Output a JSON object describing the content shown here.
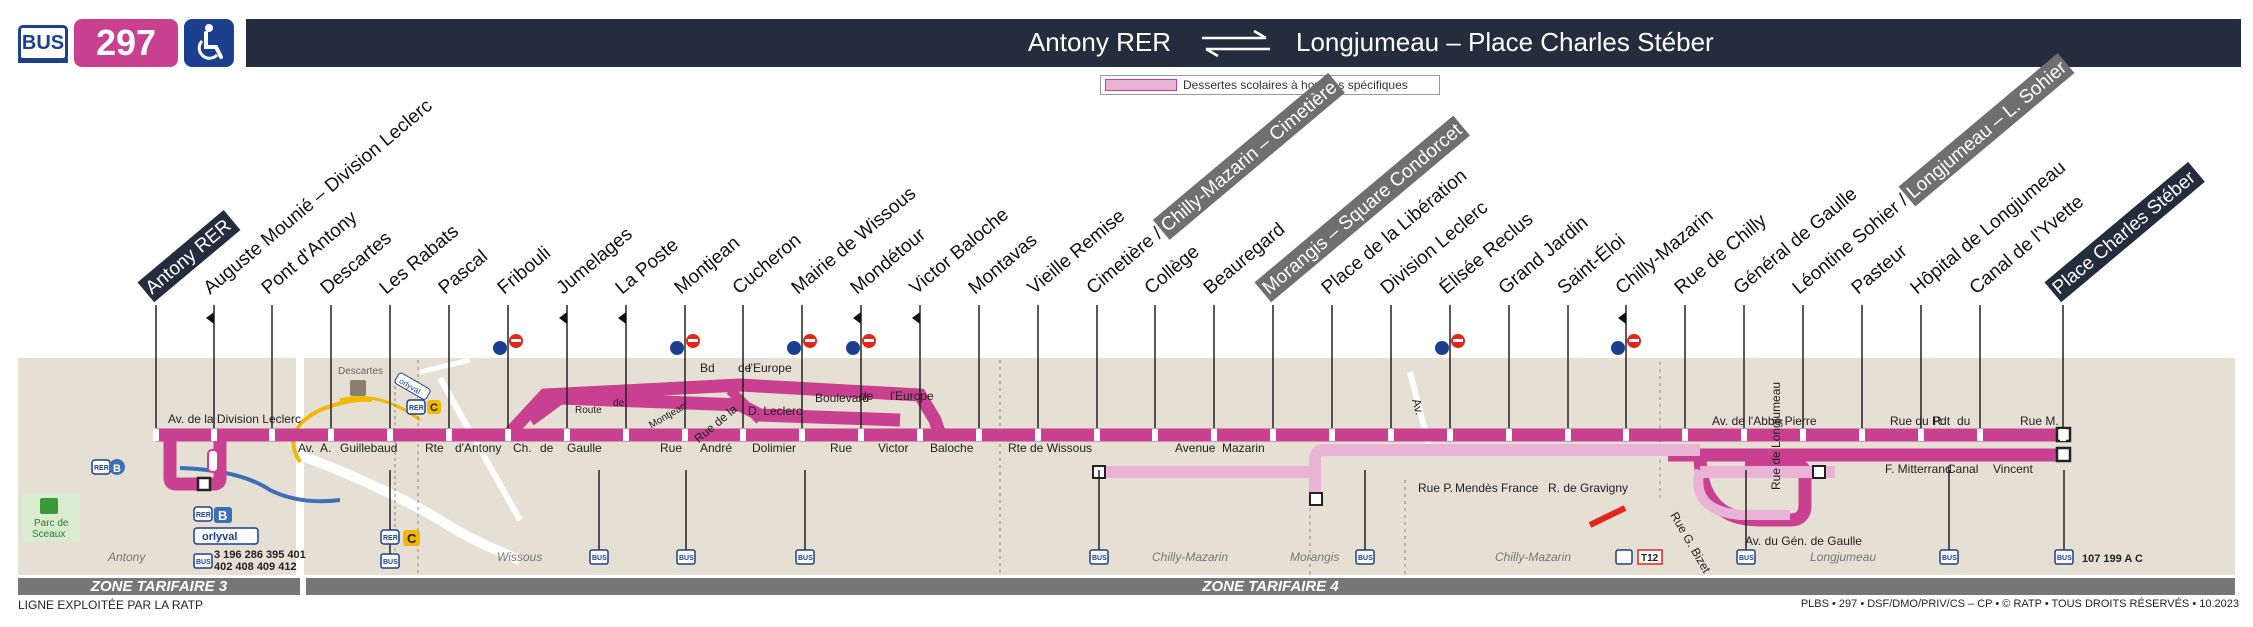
{
  "header": {
    "mode_label": "BUS",
    "line_number": "297",
    "accessible_icon": "wheelchair-icon",
    "from": "Antony RER",
    "to": "Longjumeau – Place Charles Stéber",
    "direction_icon": "two-way-arrows-icon"
  },
  "legend": {
    "label": "Dessertes scolaires à horaires spécifiques"
  },
  "stops": [
    {
      "name": "Antony RER",
      "terminus": true
    },
    {
      "name": "Auguste Mounié – Division Leclerc",
      "terminus": false
    },
    {
      "name": "Pont d'Antony",
      "terminus": false
    },
    {
      "name": "Descartes",
      "terminus": false
    },
    {
      "name": "Les Rabats",
      "terminus": false
    },
    {
      "name": "Pascal",
      "terminus": false
    },
    {
      "name": "Fribouli",
      "terminus": false
    },
    {
      "name": "Jumelages",
      "terminus": false
    },
    {
      "name": "La Poste",
      "terminus": false
    },
    {
      "name": "Montjean",
      "terminus": false
    },
    {
      "name": "Cucheron",
      "terminus": false
    },
    {
      "name": "Mairie de Wissous",
      "terminus": false
    },
    {
      "name": "Mondétour",
      "terminus": false
    },
    {
      "name": "Victor Baloche",
      "terminus": false
    },
    {
      "name": "Montavas",
      "terminus": false
    },
    {
      "name": "Vieille Remise",
      "terminus": false
    },
    {
      "name": "Cimetière / ",
      "terminus": false,
      "box": "Chilly-Mazarin – Cimetière"
    },
    {
      "name": "Collège",
      "terminus": false
    },
    {
      "name": "Beauregard",
      "terminus": false
    },
    {
      "name": "",
      "terminus": false,
      "box": "Morangis – Square Condorcet"
    },
    {
      "name": "Place de la Libération",
      "terminus": false
    },
    {
      "name": "Division Leclerc",
      "terminus": false
    },
    {
      "name": "Élisée Reclus",
      "terminus": false
    },
    {
      "name": "Grand Jardin",
      "terminus": false
    },
    {
      "name": "Saint-Éloi",
      "terminus": false
    },
    {
      "name": "Chilly-Mazarin",
      "terminus": false
    },
    {
      "name": "Rue de Chilly",
      "terminus": false
    },
    {
      "name": "Général de Gaulle",
      "terminus": false
    },
    {
      "name": "Léontine Sohier / ",
      "terminus": false,
      "box": "Longjumeau – L. Sohier"
    },
    {
      "name": "Pasteur",
      "terminus": false
    },
    {
      "name": "Hôpital de Longjumeau",
      "terminus": false
    },
    {
      "name": "Canal de l'Yvette",
      "terminus": false
    },
    {
      "name": "Place Charles Stéber",
      "terminus": true
    }
  ],
  "streets": [
    "Av. de la Division Leclerc",
    "Av.",
    "A.",
    "Guillebaud",
    "Rte",
    "d'Antony",
    "Ch.",
    "de",
    "Gaulle",
    "Rue",
    "André",
    "Dolimier",
    "Rue",
    "Victor",
    "Baloche",
    "Rte de Wissous",
    "Avenue",
    "Mazarin",
    "Route",
    "de",
    "Montjean",
    "Rue de la",
    "D. Leclerc",
    "Bd",
    "de",
    "l'Europe",
    "Boulevard",
    "de",
    "l'Europe",
    "Rue P.",
    "Mendès France",
    "R. de Gravigny",
    "Av. de l'Abbé Pierre",
    "Rue du Pdt",
    "R.",
    "du",
    "Rue M.",
    "F. Mitterrand",
    "Canal",
    "Vincent",
    "Rue G. Bizet",
    "Av. du Gén. de Gaulle",
    "Rue de Longjumeau",
    "Av."
  ],
  "places": {
    "descartes": "Descartes",
    "orlyval": "orlyval",
    "parc": [
      "Parc de",
      "Sceaux"
    ],
    "rer_b_label": "RER",
    "line_b": "B",
    "line_c": "C",
    "bus_label": "BUS",
    "tram": "T12",
    "orlyval_lines": [
      "3 196 286 395 401",
      "402 408 409 412"
    ],
    "terminus_lines": "107 199 A C"
  },
  "communes": [
    "Antony",
    "Wissous",
    "Chilly-Mazarin",
    "Morangis",
    "Chilly-Mazarin",
    "Longjumeau"
  ],
  "zones": {
    "z3": "ZONE TARIFAIRE 3",
    "z4": "ZONE TARIFAIRE 4"
  },
  "footer": {
    "operator": "LIGNE EXPLOITÉE PAR LA RATP",
    "credits": "PLBS • 297 • DSF/DMO/PRIV/CS – CP • © RATP • TOUS DROITS RÉSERVÉS • 10.2023"
  },
  "colors": {
    "line": "#c8408f",
    "school": "#e8b3d4",
    "dark": "#232d3d",
    "ratp_blue": "#1d3f8f",
    "area": "#e6dfd3"
  }
}
